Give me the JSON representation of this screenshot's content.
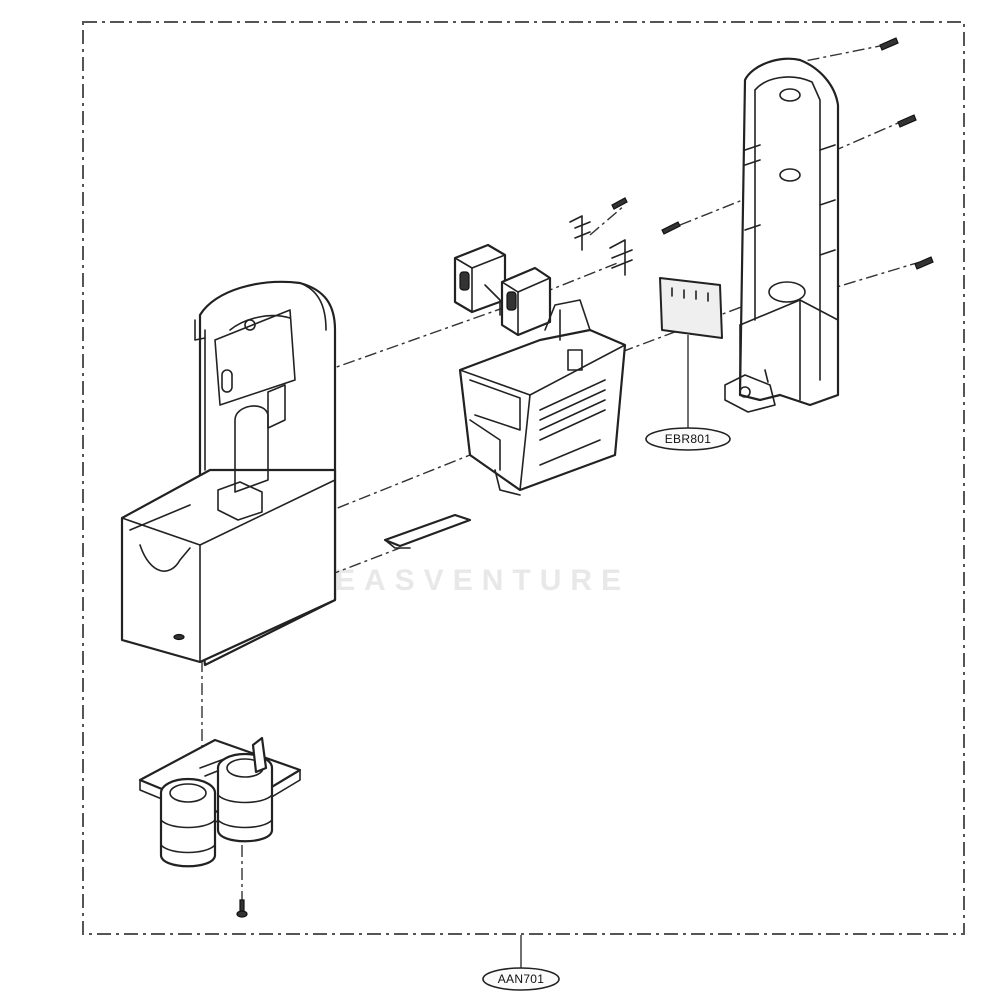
{
  "labels": {
    "ebr801": "EBR801",
    "aan701": "AAN701"
  },
  "watermark": "EASVENTURE",
  "colors": {
    "line": "#222222",
    "paper": "#ffffff",
    "border": "#555555"
  }
}
